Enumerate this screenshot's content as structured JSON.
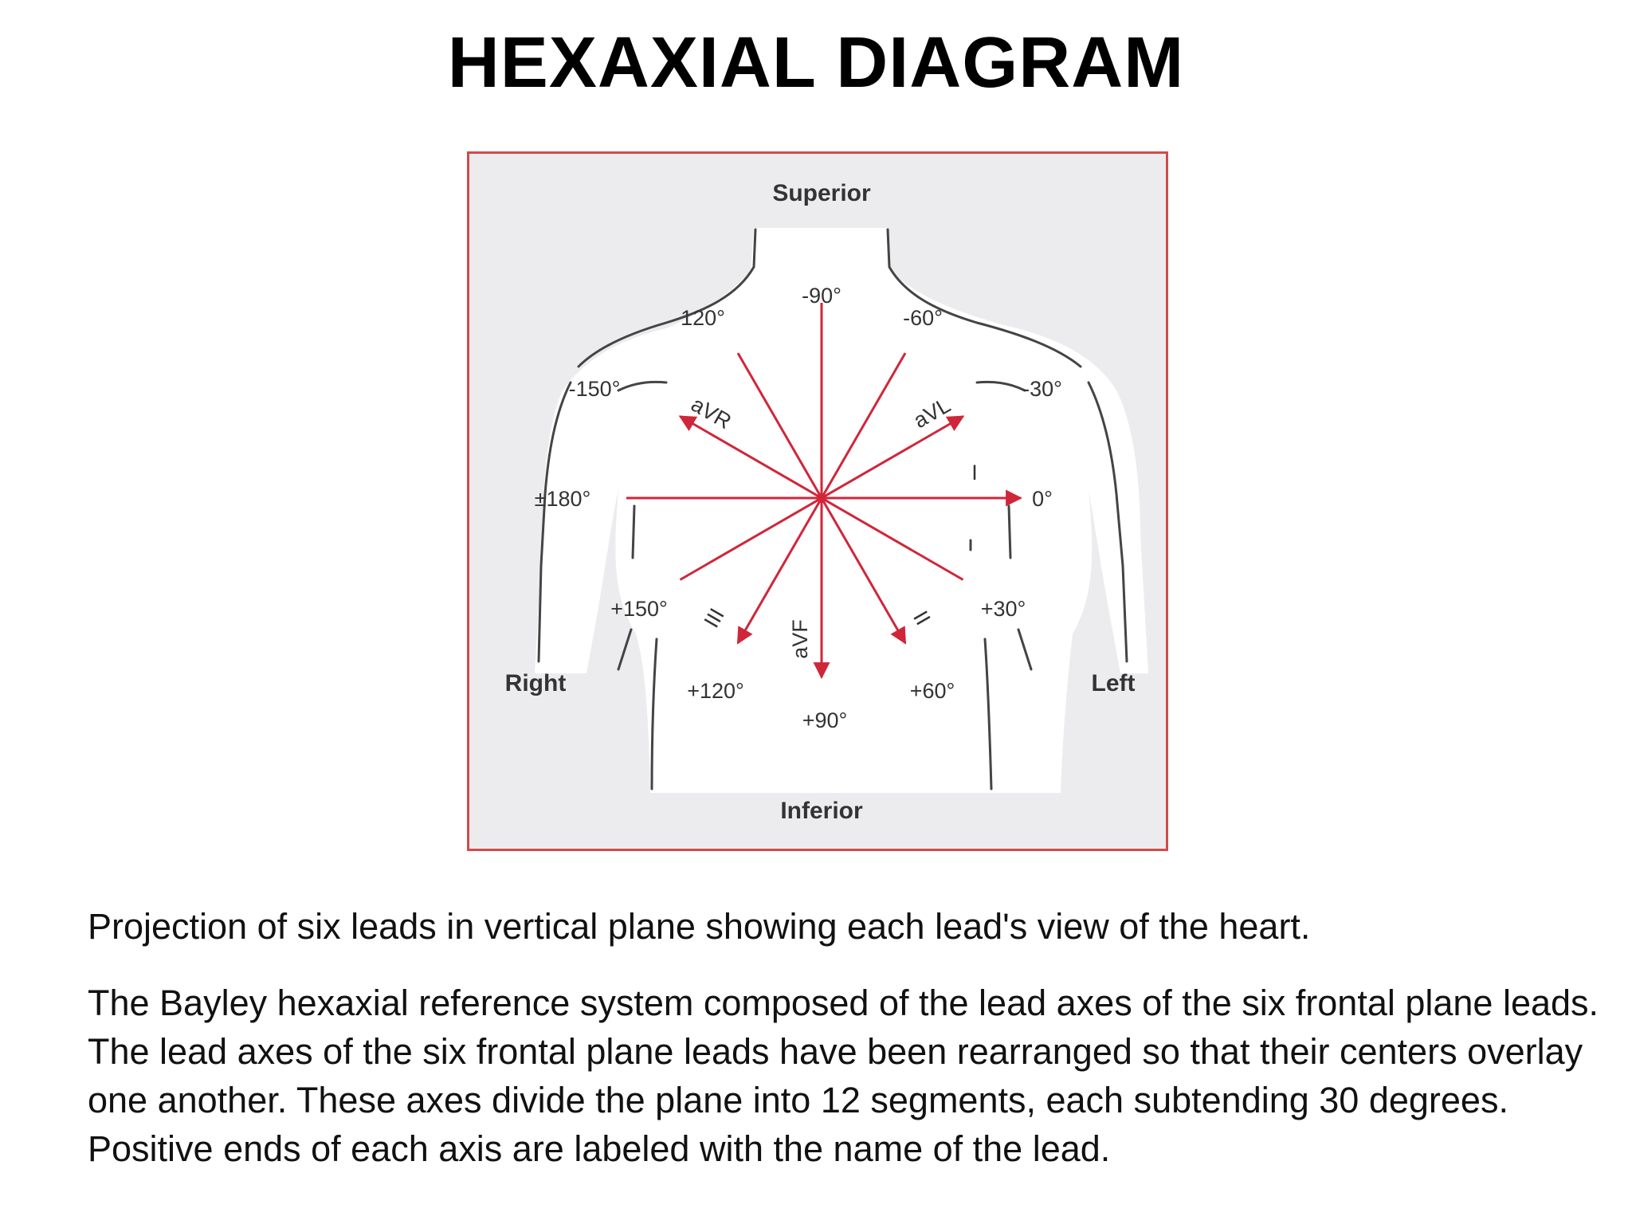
{
  "title": "HEXAXIAL DIAGRAM",
  "diagram": {
    "directions": {
      "superior": "Superior",
      "inferior": "Inferior",
      "right": "Right",
      "left": "Left"
    },
    "angle_labels": {
      "m90": "-90°",
      "m60": "-60°",
      "m120": "120°",
      "m150": "-150°",
      "m30": "-30°",
      "p180": "±180°",
      "p0": "0°",
      "p150": "+150°",
      "p30": "+30°",
      "p120": "+120°",
      "p60": "+60°",
      "p90": "+90°"
    },
    "leads": {
      "I": "I",
      "II": "II",
      "III": "III",
      "aVR": "aVR",
      "aVL": "aVL",
      "aVF": "aVF"
    },
    "colors": {
      "axis": "#d0263a",
      "border": "#d24a4a",
      "background": "#ececef",
      "body": "#ffffff"
    }
  },
  "captions": {
    "p1": "Projection of six leads in vertical plane showing each lead's view of the heart.",
    "p2": "The Bayley hexaxial reference system composed of the lead axes of the six frontal plane leads. The lead axes of the six frontal plane leads have been rearranged so that their centers overlay one another. These axes divide the plane into 12 segments, each subtending 30 degrees. Positive ends of each axis are labeled with the name of the lead."
  }
}
